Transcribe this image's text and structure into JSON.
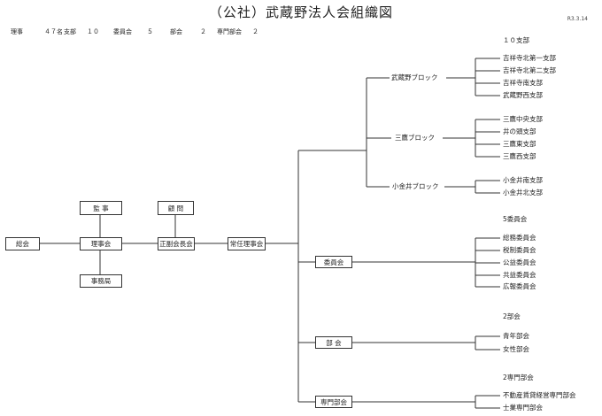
{
  "title": "（公社）武蔵野法人会組織図",
  "date": "R3.3.14",
  "stats": {
    "directors": "理事",
    "directors_count": "４７名",
    "branches": "支部",
    "branches_count": "１０",
    "committees": "委員会",
    "committees_count": "５",
    "divisions": "部会",
    "divisions_count": "２",
    "special": "専門部会",
    "special_count": "２"
  },
  "boxes": {
    "general_meeting": "総会",
    "board": "理事会",
    "auditor": "監 事",
    "secretariat": "事務局",
    "advisor": "顧 問",
    "president": "正副会長会",
    "executive": "常任理事会",
    "committees": "委員会",
    "divisions": "部 会",
    "special": "専門部会"
  },
  "blocks": {
    "heading": "１０支部",
    "musashino": {
      "name": "武蔵野ブロック",
      "branches": [
        "吉祥寺北第一支部",
        "吉祥寺北第二支部",
        "吉祥寺南支部",
        "武蔵野西支部"
      ]
    },
    "mitaka": {
      "name": "三鷹ブロック",
      "branches": [
        "三鷹中央支部",
        "井の頭支部",
        "三鷹東支部",
        "三鷹西支部"
      ]
    },
    "koganei": {
      "name": "小金井ブロック",
      "branches": [
        "小金井南支部",
        "小金井北支部"
      ]
    }
  },
  "committees_group": {
    "heading": "5委員会",
    "items": [
      "総務委員会",
      "税制委員会",
      "公益委員会",
      "共益委員会",
      "広報委員会"
    ]
  },
  "divisions_group": {
    "heading": "2部会",
    "items": [
      "青年部会",
      "女性部会"
    ]
  },
  "special_group": {
    "heading": "2専門部会",
    "items": [
      "不動産賃貸経営専門部会",
      "士業専門部会"
    ]
  }
}
